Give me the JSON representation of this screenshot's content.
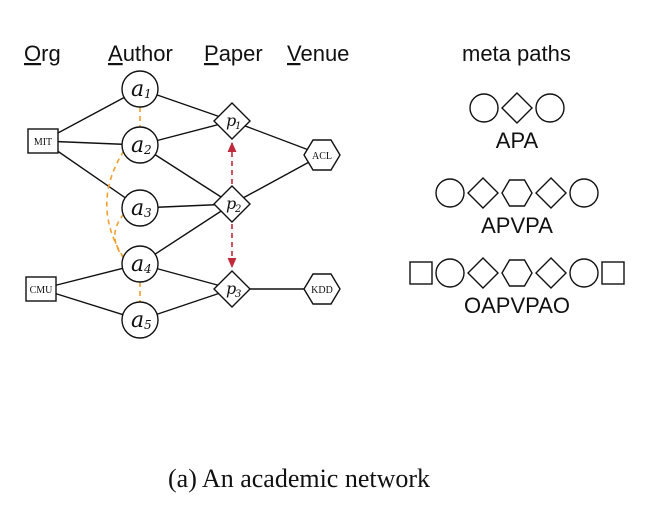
{
  "headers": {
    "org": {
      "first": "O",
      "rest": "rg"
    },
    "author": {
      "first": "A",
      "rest": "uthor"
    },
    "paper": {
      "first": "P",
      "rest": "aper"
    },
    "venue": {
      "first": "V",
      "rest": "enue"
    },
    "meta_paths": "meta paths"
  },
  "orgs": [
    {
      "id": "mit",
      "label": "MIT"
    },
    {
      "id": "cmu",
      "label": "CMU"
    }
  ],
  "authors": [
    {
      "id": "a1",
      "main": "a",
      "sub": "1"
    },
    {
      "id": "a2",
      "main": "a",
      "sub": "2"
    },
    {
      "id": "a3",
      "main": "a",
      "sub": "3"
    },
    {
      "id": "a4",
      "main": "a",
      "sub": "4"
    },
    {
      "id": "a5",
      "main": "a",
      "sub": "5"
    }
  ],
  "papers": [
    {
      "id": "p1",
      "main": "p",
      "sub": "1"
    },
    {
      "id": "p2",
      "main": "p",
      "sub": "2"
    },
    {
      "id": "p3",
      "main": "p",
      "sub": "3"
    }
  ],
  "venues": [
    {
      "id": "acl",
      "label": "ACL"
    },
    {
      "id": "kdd",
      "label": "KDD"
    }
  ],
  "edges": [
    [
      "mit",
      "a1"
    ],
    [
      "mit",
      "a2"
    ],
    [
      "mit",
      "a3"
    ],
    [
      "cmu",
      "a4"
    ],
    [
      "cmu",
      "a5"
    ],
    [
      "a1",
      "p1"
    ],
    [
      "a2",
      "p1"
    ],
    [
      "a2",
      "p2"
    ],
    [
      "a3",
      "p2"
    ],
    [
      "a4",
      "p2"
    ],
    [
      "a4",
      "p3"
    ],
    [
      "a5",
      "p3"
    ],
    [
      "p1",
      "acl"
    ],
    [
      "p2",
      "acl"
    ],
    [
      "p3",
      "kdd"
    ]
  ],
  "author_links": [
    [
      "a1",
      "a2"
    ],
    [
      "a2",
      "a4"
    ],
    [
      "a3",
      "a4"
    ],
    [
      "a4",
      "a5"
    ]
  ],
  "paper_links": [
    [
      "p2",
      "p1"
    ],
    [
      "p2",
      "p3"
    ]
  ],
  "colors": {
    "author_link": "#f0a030",
    "paper_link": "#c0283c",
    "stroke": "#111111"
  },
  "meta_paths": [
    {
      "label": "APA",
      "shapes": [
        "circle",
        "diamond",
        "circle"
      ]
    },
    {
      "label": "APVPA",
      "shapes": [
        "circle",
        "diamond",
        "hexagon",
        "diamond",
        "circle"
      ]
    },
    {
      "label": "OAPVPAO",
      "shapes": [
        "square",
        "circle",
        "diamond",
        "hexagon",
        "diamond",
        "circle",
        "square"
      ]
    }
  ],
  "caption": "(a)  An academic network"
}
